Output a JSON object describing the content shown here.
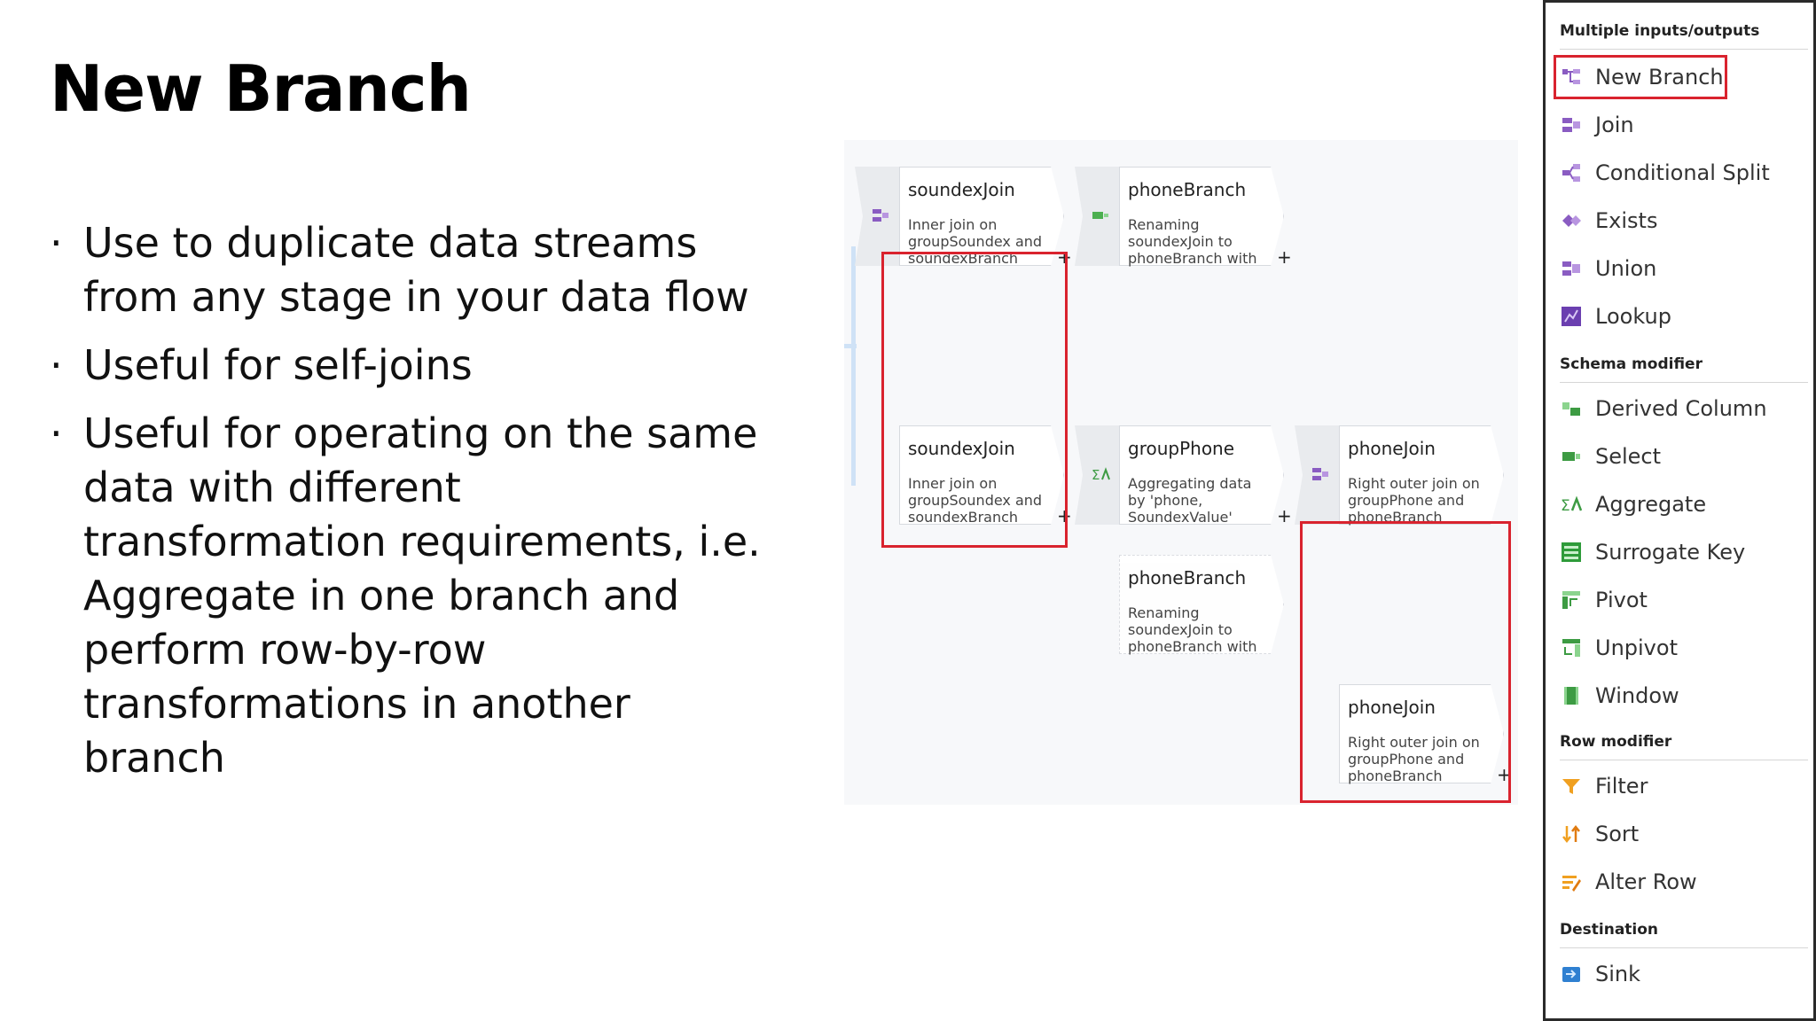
{
  "slide": {
    "title": "New Branch",
    "bullets": [
      "Use to duplicate data streams from any stage in your data flow",
      "Useful for self-joins",
      "Useful for operating on the same data with different transformation requirements, i.e. Aggregate in one branch and perform row-by-row transformations in another branch"
    ]
  },
  "flow": {
    "nodes": [
      {
        "name": "soundexJoin",
        "desc": "Inner join on groupSoundex and soundexBranch",
        "icon": "join-icon"
      },
      {
        "name": "phoneBranch",
        "desc": "Renaming soundexJoin to phoneBranch with",
        "icon": "select-icon"
      },
      {
        "name": "soundexJoin",
        "desc": "Inner join on groupSoundex and soundexBranch",
        "icon": "join-icon"
      },
      {
        "name": "groupPhone",
        "desc": "Aggregating data by 'phone, SoundexValue'",
        "icon": "aggregate-icon"
      },
      {
        "name": "phoneJoin",
        "desc": "Right outer join on groupPhone and phoneBranch",
        "icon": "join-icon"
      },
      {
        "name": "phoneBranch",
        "desc": "Renaming soundexJoin to phoneBranch with",
        "icon": "select-icon"
      },
      {
        "name": "phoneJoin",
        "desc": "Right outer join on groupPhone and phoneBranch",
        "icon": "join-icon"
      }
    ],
    "plus": "+"
  },
  "panel": {
    "sections": [
      {
        "header": "Multiple inputs/outputs",
        "items": [
          {
            "label": "New Branch",
            "icon": "new-branch-icon",
            "color": "#8a5cc2"
          },
          {
            "label": "Join",
            "icon": "join-icon",
            "color": "#8a5cc2"
          },
          {
            "label": "Conditional Split",
            "icon": "conditional-split-icon",
            "color": "#8a5cc2"
          },
          {
            "label": "Exists",
            "icon": "exists-icon",
            "color": "#8a5cc2"
          },
          {
            "label": "Union",
            "icon": "union-icon",
            "color": "#8a5cc2"
          },
          {
            "label": "Lookup",
            "icon": "lookup-icon",
            "color": "#6b3fb0"
          }
        ]
      },
      {
        "header": "Schema modifier",
        "items": [
          {
            "label": "Derived Column",
            "icon": "derived-column-icon",
            "color": "#4caf50"
          },
          {
            "label": "Select",
            "icon": "select-icon",
            "color": "#4caf50"
          },
          {
            "label": "Aggregate",
            "icon": "aggregate-icon",
            "color": "#4caf50"
          },
          {
            "label": "Surrogate Key",
            "icon": "surrogate-key-icon",
            "color": "#2e9b3a"
          },
          {
            "label": "Pivot",
            "icon": "pivot-icon",
            "color": "#4caf50"
          },
          {
            "label": "Unpivot",
            "icon": "unpivot-icon",
            "color": "#4caf50"
          },
          {
            "label": "Window",
            "icon": "window-icon",
            "color": "#4caf50"
          }
        ]
      },
      {
        "header": "Row modifier",
        "items": [
          {
            "label": "Filter",
            "icon": "filter-icon",
            "color": "#f0a020"
          },
          {
            "label": "Sort",
            "icon": "sort-icon",
            "color": "#f0a020"
          },
          {
            "label": "Alter Row",
            "icon": "alter-row-icon",
            "color": "#f0a020"
          }
        ]
      },
      {
        "header": "Destination",
        "items": [
          {
            "label": "Sink",
            "icon": "sink-icon",
            "color": "#2f80d1"
          }
        ]
      }
    ]
  }
}
